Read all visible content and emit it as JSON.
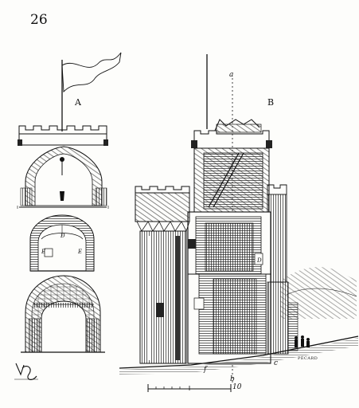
{
  "figure": {
    "number": "26",
    "views": [
      "A",
      "B"
    ],
    "markers": [
      "a",
      "b",
      "f",
      "c",
      "D",
      "E",
      "E"
    ],
    "scale_end": "10",
    "engraver": "PÉCARD"
  },
  "colors": {
    "ink": "#111111",
    "paper": "#fdfdfb"
  }
}
